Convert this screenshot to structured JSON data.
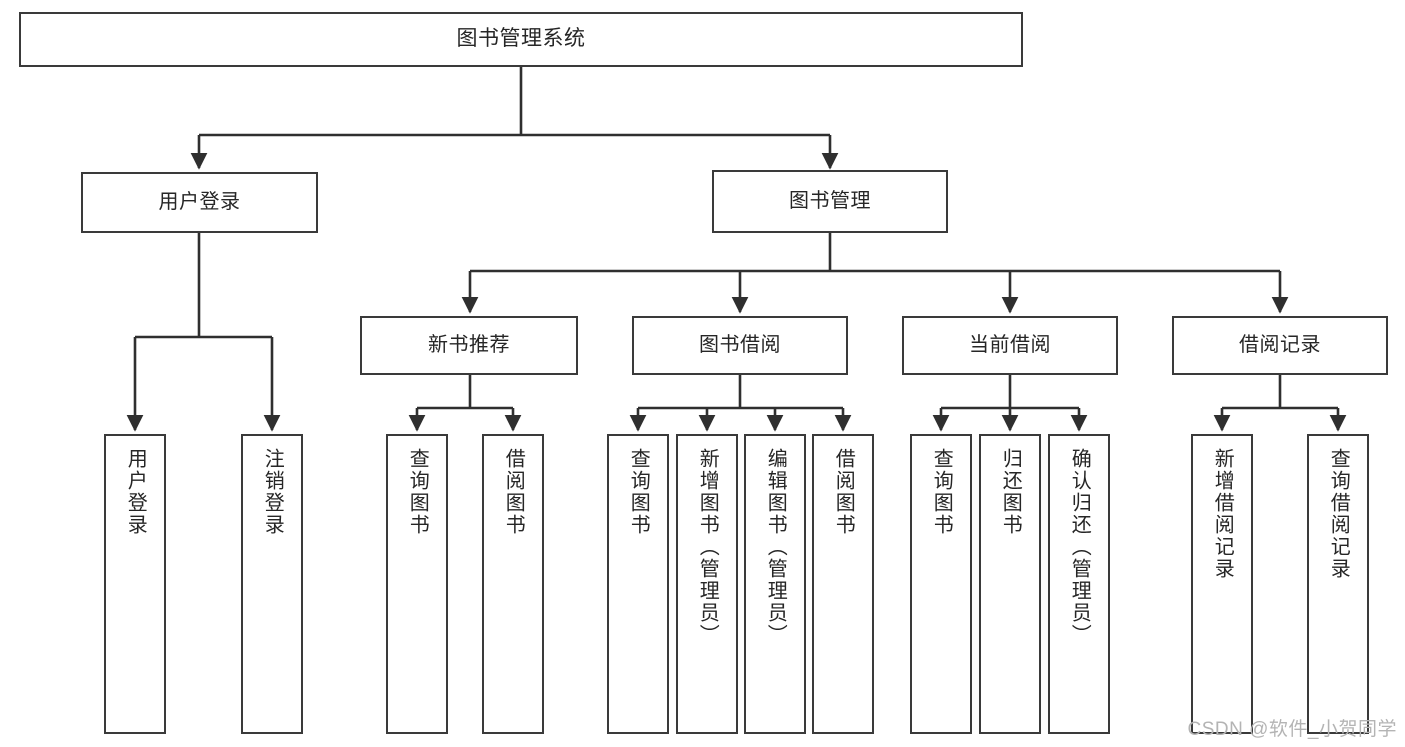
{
  "diagram": {
    "title": "图书管理系统",
    "watermark": "CSDN @软件_小贺同学",
    "colors": {
      "background": "#ffffff",
      "box_border": "#3a3a3a",
      "box_fill": "#ffffff",
      "connector": "#2f2f2f",
      "text": "#262626",
      "watermark": "#b4b4b4"
    },
    "root": {
      "label": "图书管理系统"
    },
    "level2": [
      {
        "label": "用户登录"
      },
      {
        "label": "图书管理"
      }
    ],
    "level3": [
      {
        "label": "新书推荐"
      },
      {
        "label": "图书借阅"
      },
      {
        "label": "当前借阅"
      },
      {
        "label": "借阅记录"
      }
    ],
    "leaves": {
      "user_login": [
        {
          "label": "用户登录"
        },
        {
          "label": "注销登录"
        }
      ],
      "new_book": [
        {
          "label": "查询图书"
        },
        {
          "label": "借阅图书"
        }
      ],
      "book_borrow": [
        {
          "label": "查询图书"
        },
        {
          "label": "新增图书（管理员）"
        },
        {
          "label": "编辑图书（管理员）"
        },
        {
          "label": "借阅图书"
        }
      ],
      "current_borrow": [
        {
          "label": "查询图书"
        },
        {
          "label": "归还图书"
        },
        {
          "label": "确认归还（管理员）"
        }
      ],
      "borrow_record": [
        {
          "label": "新增借阅记录"
        },
        {
          "label": "查询借阅记录"
        }
      ]
    }
  }
}
